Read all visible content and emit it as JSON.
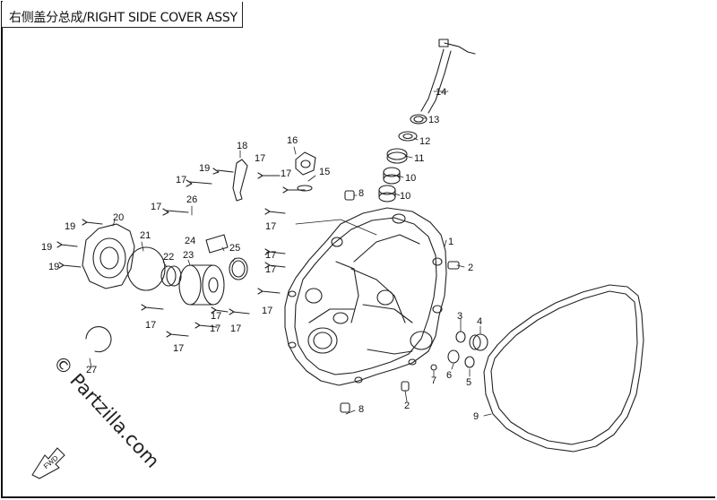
{
  "title": "右侧盖分总成/RIGHT SIDE COVER ASSY",
  "watermark": "© Partzilla.com",
  "fwd_label": "FWD",
  "callouts": {
    "c1": "1",
    "c2a": "2",
    "c2b": "2",
    "c3": "3",
    "c4": "4",
    "c5": "5",
    "c6": "6",
    "c7": "7",
    "c8a": "8",
    "c8b": "8",
    "c9": "9",
    "c10a": "10",
    "c10b": "10",
    "c11": "11",
    "c12": "12",
    "c13": "13",
    "c14": "14",
    "c15": "15",
    "c16": "16",
    "c17a": "17",
    "c17b": "17",
    "c17c": "17",
    "c17d": "17",
    "c17e": "17",
    "c17f": "17",
    "c17g": "17",
    "c17h": "17",
    "c17i": "17",
    "c17j": "17",
    "c17k": "17",
    "c17l": "17",
    "c17m": "17",
    "c18": "18",
    "c19a": "19",
    "c19b": "19",
    "c19c": "19",
    "c19d": "19",
    "c20": "20",
    "c21": "21",
    "c22": "22",
    "c23": "23",
    "c24": "24",
    "c25": "25",
    "c26": "26",
    "c27": "27"
  }
}
